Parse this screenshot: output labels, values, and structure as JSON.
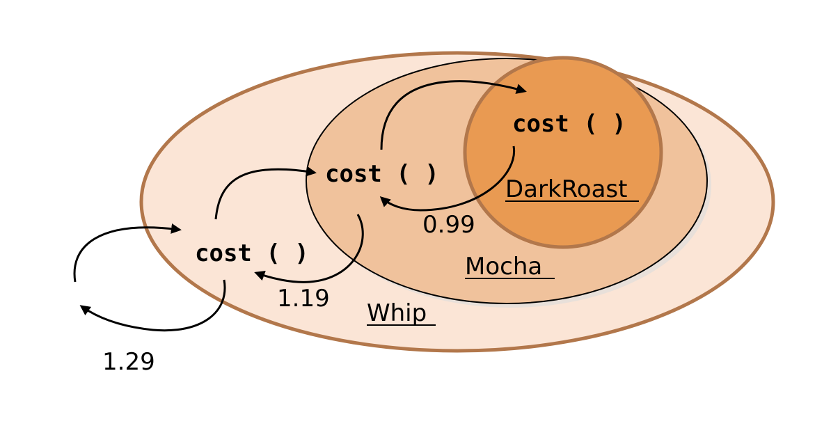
{
  "layers": {
    "outer": {
      "name": "Whip",
      "fill": "#fbe5d6",
      "stroke": "#b2774b"
    },
    "middle": {
      "name": "Mocha",
      "fill": "#f0c29c",
      "stroke": "#000000"
    },
    "inner": {
      "name": "DarkRoast",
      "fill": "#e99a52",
      "stroke": "#b2774b"
    }
  },
  "calls": {
    "label": "cost ( )"
  },
  "values": {
    "darkroast": "0.99",
    "mocha": "1.19",
    "whip": "1.29"
  }
}
